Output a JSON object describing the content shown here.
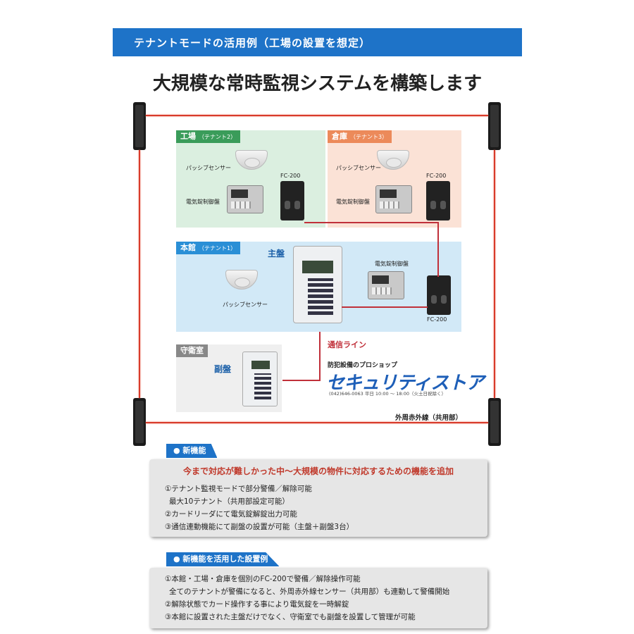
{
  "header": {
    "title": "テナントモードの活用例（工場の設置を想定）"
  },
  "main_title": "大規模な常時監視システムを構築します",
  "diagram": {
    "zones": {
      "factory": {
        "name": "工場",
        "tenant": "（テナント2）",
        "color": "#3a9c5a",
        "bg": "#dbefe0"
      },
      "warehouse": {
        "name": "倉庫",
        "tenant": "（テナント3）",
        "color": "#ec8a5a",
        "bg": "#fbe2d6"
      },
      "main": {
        "name": "本館",
        "tenant": "（テナント1）",
        "color": "#2a8fd6",
        "bg": "#d2e9f7"
      },
      "guard": {
        "name": "守衛室",
        "color": "#888888",
        "bg": "#efefef"
      }
    },
    "labels": {
      "passive_sensor": "パッシブセンサー",
      "lock_controller": "電気錠制御盤",
      "fc200": "FC-200",
      "main_panel": "主盤",
      "sub_panel": "副盤",
      "comm_line": "通信ライン",
      "perimeter": "外周赤外線（共用部）"
    },
    "shop": {
      "tagline": "防犯設備のプロショップ",
      "name": "セキュリティストア",
      "contact": "(042)646-0063 平日 10:00 ～ 18:00（火土日祝除く）"
    }
  },
  "feature1": {
    "tag": "● 新機能",
    "heading": "今まで対応が難しかった中～大規模の物件に対応するための機能を追加",
    "lines": [
      "①テナント監視モードで部分警備／解除可能",
      "最大10テナント（共用部設定可能）",
      "②カードリーダにて電気錠解錠出力可能",
      "③通信連動機能にて副盤の設置が可能（主盤＋副盤3台）"
    ]
  },
  "feature2": {
    "tag": "● 新機能を活用した設置例",
    "lines": [
      "①本館・工場・倉庫を個別のFC-200で警備／解除操作可能",
      "全てのテナントが警備になると、外周赤外線センサー（共用部）も連動して警備開始",
      "②解除状態でカード操作する事により電気錠を一時解錠",
      "③本館に設置された主盤だけでなく、守衛室でも副盤を設置して管理が可能"
    ]
  },
  "colors": {
    "accent": "#1e73c8",
    "highlight_red": "#c0392b",
    "beam": "#d83b2b"
  }
}
